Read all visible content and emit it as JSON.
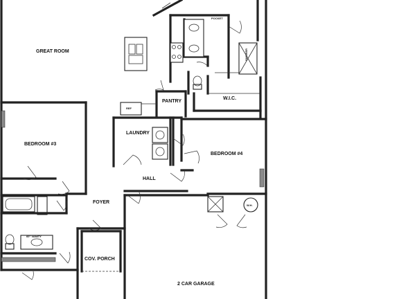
{
  "rooms": {
    "great_room": "GREAT ROOM",
    "bedroom3": "BEDROOM #3",
    "laundry": "LAUNDRY",
    "bedroom4": "BEDROOM #4",
    "hall": "HALL",
    "foyer": "FOYER",
    "cov_porch": "COV. PORCH",
    "garage": "2 CAR GARAGE",
    "wic": "W.I.C.",
    "pantry": "PANTRY"
  },
  "fixtures": {
    "ref": "REF",
    "wh": "W.H.",
    "vanity": "60\" VANITY",
    "pocket": "POCKET"
  }
}
